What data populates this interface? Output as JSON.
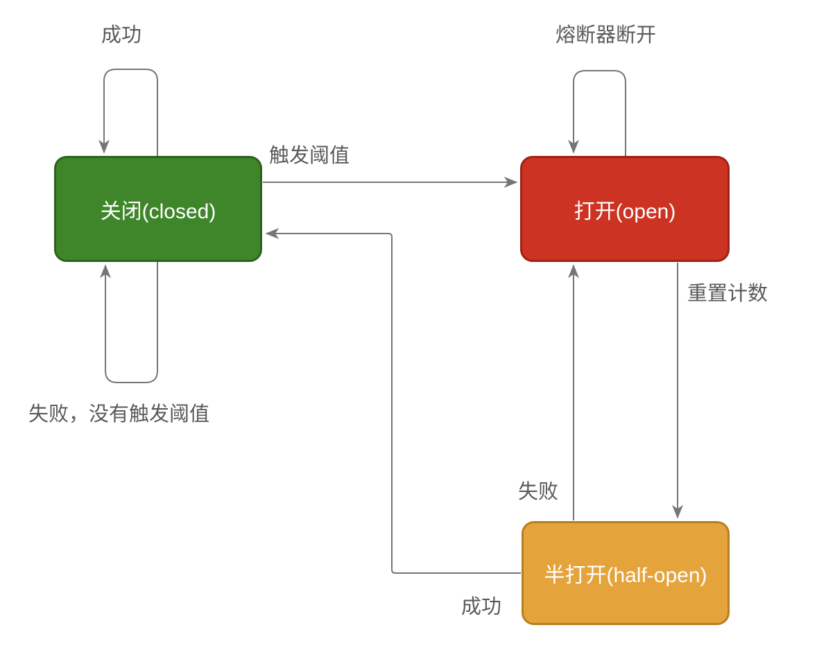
{
  "diagram": {
    "type": "state-machine",
    "subject": "circuit-breaker",
    "nodes": [
      {
        "id": "closed",
        "label": "关闭(closed)",
        "fill": "#3e8629",
        "border": "#2c621d",
        "text_color": "#ffffff"
      },
      {
        "id": "open",
        "label": "打开(open)",
        "fill": "#cd3322",
        "border": "#9e2213",
        "text_color": "#ffffff"
      },
      {
        "id": "half_open",
        "label": "半打开(half-open)",
        "fill": "#e5a33c",
        "border": "#b87e21",
        "text_color": "#ffffff"
      }
    ],
    "edges": [
      {
        "from": "closed",
        "to": "closed",
        "label": "成功",
        "shape": "self-loop-top"
      },
      {
        "from": "closed",
        "to": "closed",
        "label": "失败，没有触发阈值",
        "shape": "self-loop-bottom"
      },
      {
        "from": "closed",
        "to": "open",
        "label": "触发阈值",
        "shape": "straight-right"
      },
      {
        "from": "open",
        "to": "open",
        "label": "熔断器断开",
        "shape": "self-loop-top"
      },
      {
        "from": "open",
        "to": "half_open",
        "label": "重置计数",
        "shape": "straight-down"
      },
      {
        "from": "half_open",
        "to": "open",
        "label": "失败",
        "shape": "straight-up"
      },
      {
        "from": "half_open",
        "to": "closed",
        "label": "成功",
        "shape": "orthogonal-left-up"
      }
    ],
    "colors": {
      "background": "#ffffff",
      "arrow": "#757575",
      "edge_label_text": "#5a5a5a"
    }
  }
}
